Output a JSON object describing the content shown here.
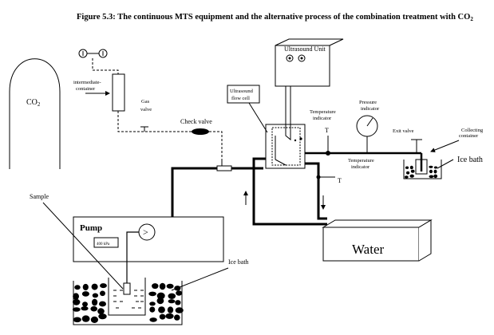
{
  "figure": {
    "title": "Figure 5.3: The continuous MTS equipment and the alternative process of the combination treatment with CO",
    "title_subscript": "2"
  },
  "labels": {
    "co2": "CO",
    "co2_sub": "2",
    "intermediate_container_line1": "intermediate-",
    "intermediate_container_line2": "container",
    "gas_valve_line1": "Gas",
    "gas_valve_line2": "valve",
    "check_valve": "Check valve",
    "ultrasound_unit": "Ultrasound Unit",
    "ultrasound_flow_cell_line1": "Ultrasound",
    "ultrasound_flow_cell_line2": "flow cell",
    "temperature_indicator_top_line1": "Temperature",
    "temperature_indicator_top_line2": "indicator",
    "pressure_indicator_line1": "Pressure",
    "pressure_indicator_line2": "indicator",
    "exit_valve": "Exit valve",
    "collecting_container_line1": "Collecting",
    "collecting_container_line2": "container",
    "temperature_indicator_bottom_line1": "Temperature",
    "temperature_indicator_bottom_line2": "indicator",
    "t_marker_top": "T",
    "t_marker_side": "T",
    "ice_bath_right": "Ice bath",
    "sample": "Sample",
    "pump": "Pump",
    "pump_display": "400 kPa",
    "pump_symbol": ">",
    "ice_bath_bottom": "Ice bath",
    "water": "Water"
  }
}
